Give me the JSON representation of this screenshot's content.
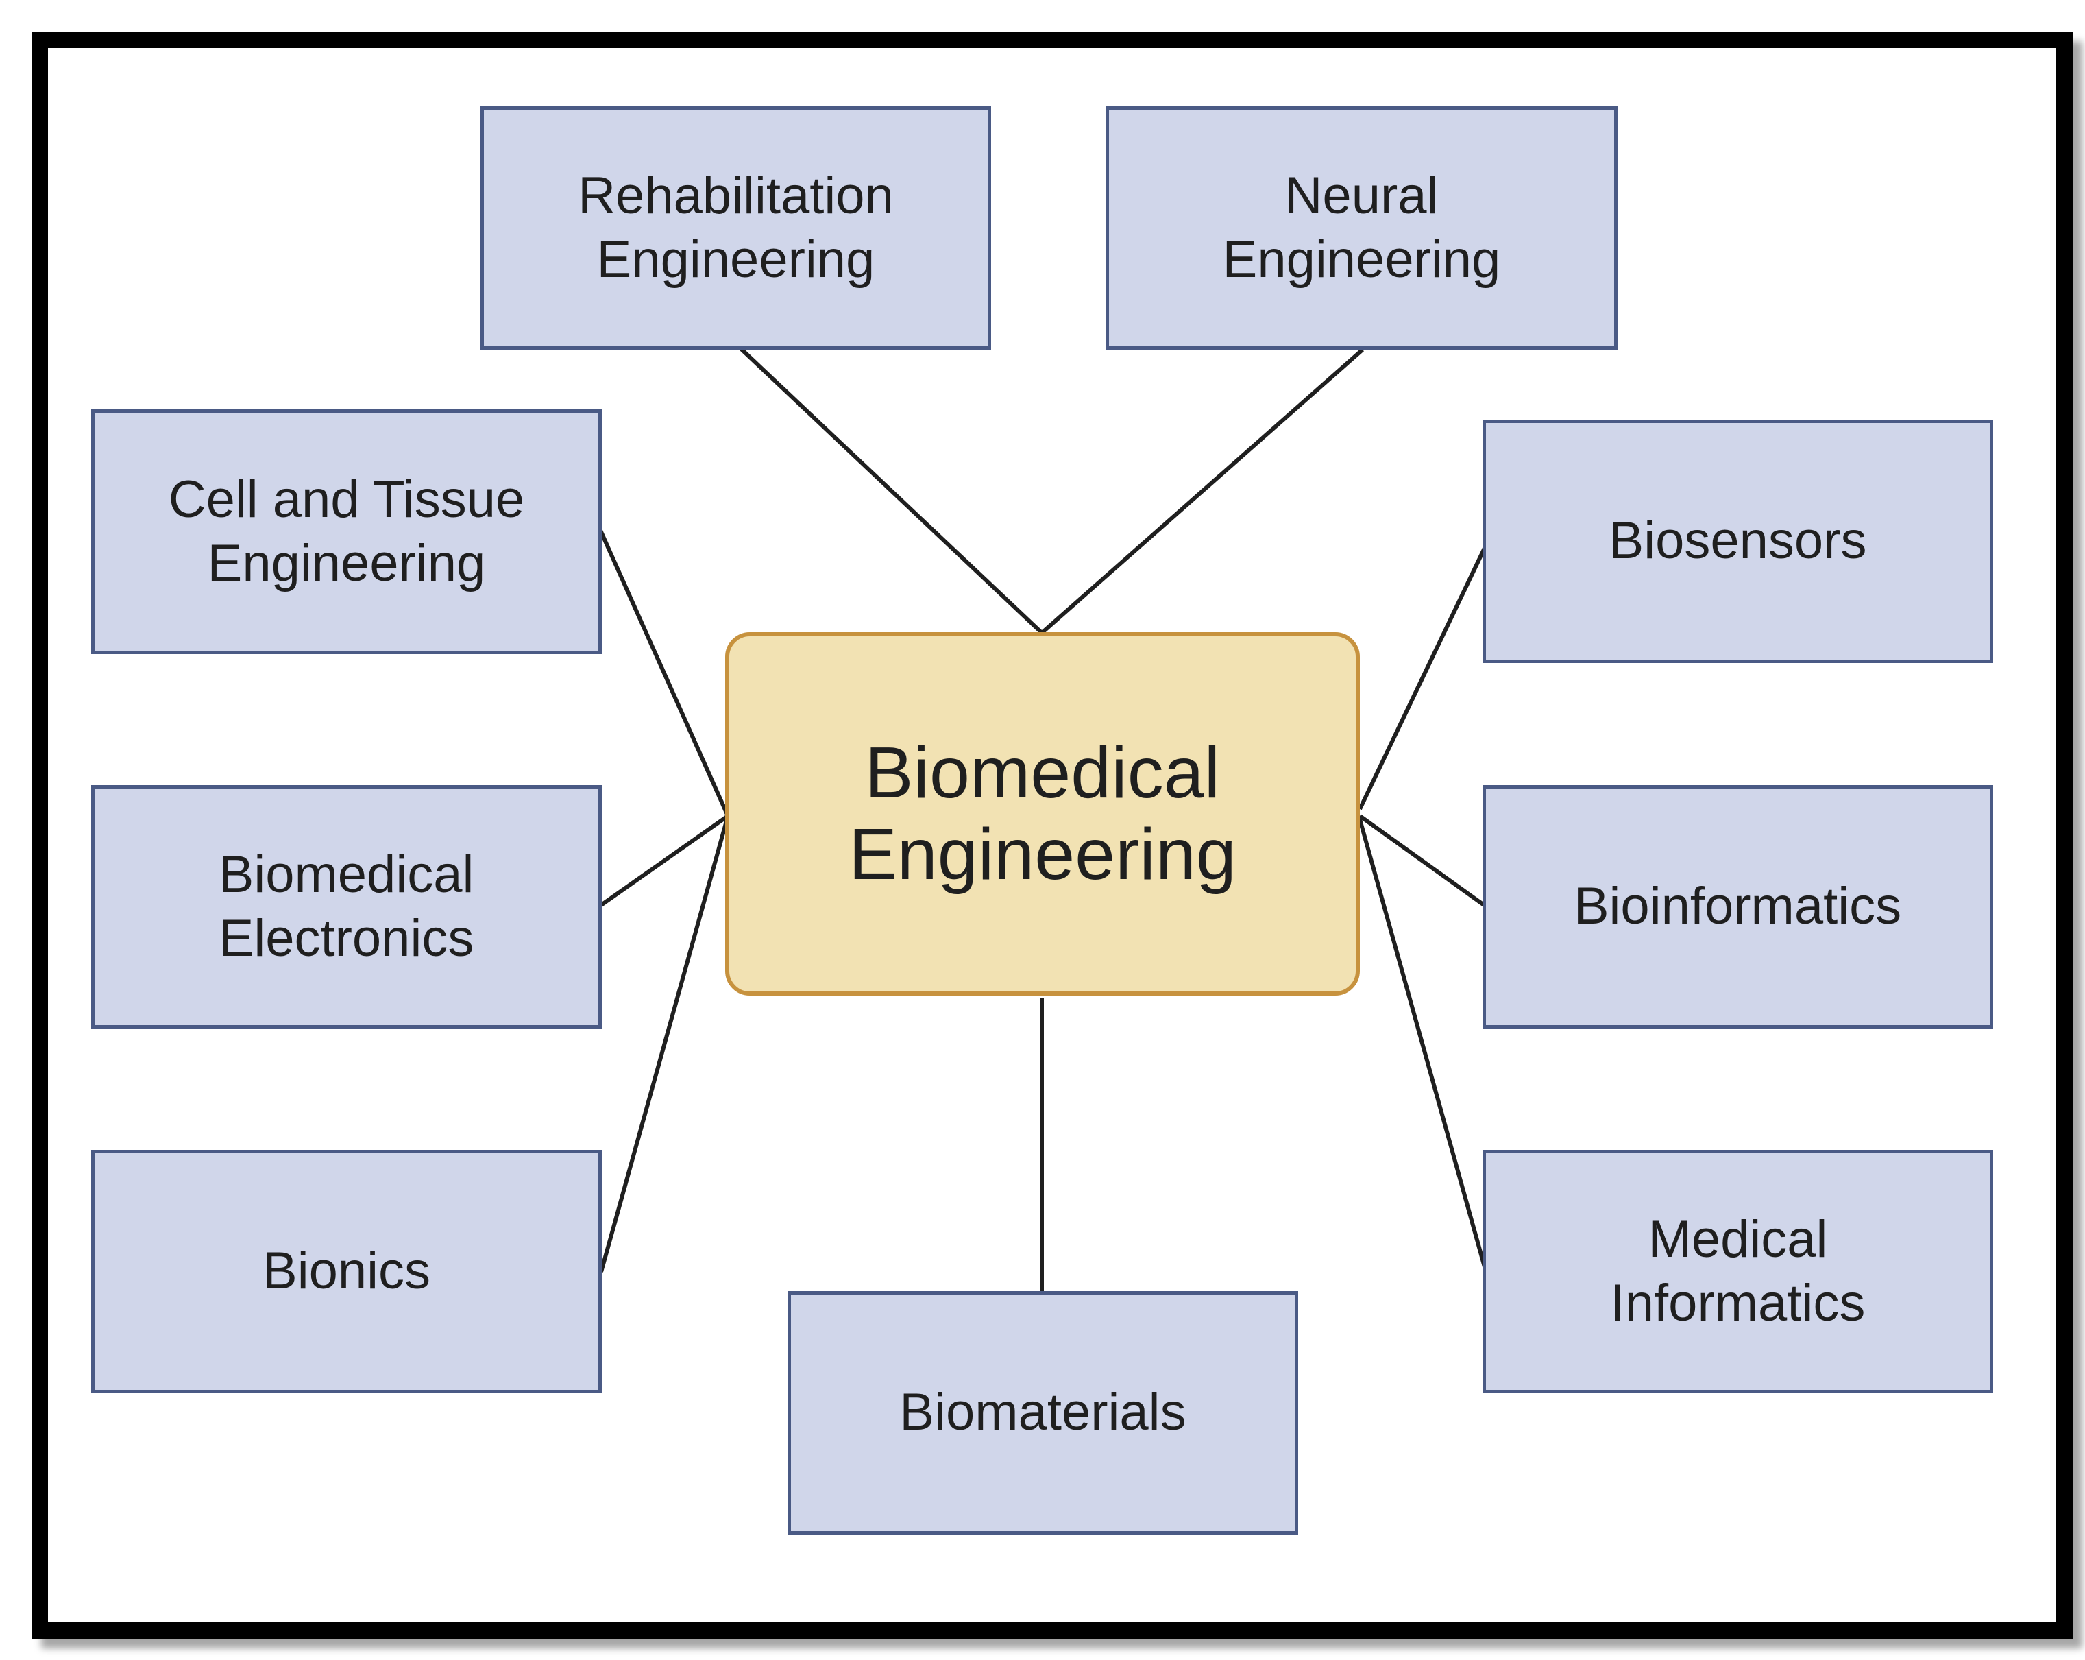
{
  "diagram": {
    "center": {
      "label": "Biomedical\nEngineering"
    },
    "branches": [
      {
        "id": "rehabilitation",
        "label": "Rehabilitation\nEngineering"
      },
      {
        "id": "neural",
        "label": "Neural\nEngineering"
      },
      {
        "id": "cell-tissue",
        "label": "Cell and Tissue\nEngineering"
      },
      {
        "id": "biosensors",
        "label": "Biosensors"
      },
      {
        "id": "biomedical-electronics",
        "label": "Biomedical\nElectronics"
      },
      {
        "id": "bioinformatics",
        "label": "Bioinformatics"
      },
      {
        "id": "bionics",
        "label": "Bionics"
      },
      {
        "id": "medical-informatics",
        "label": "Medical\nInformatics"
      },
      {
        "id": "biomaterials",
        "label": "Biomaterials"
      }
    ]
  },
  "colors": {
    "center_fill": "#f2e2b3",
    "center_border": "#c7923e",
    "branch_fill": "#d0d6ea",
    "branch_border": "#4a5a85",
    "connector": "#1f1f1f",
    "frame": "#000000"
  }
}
